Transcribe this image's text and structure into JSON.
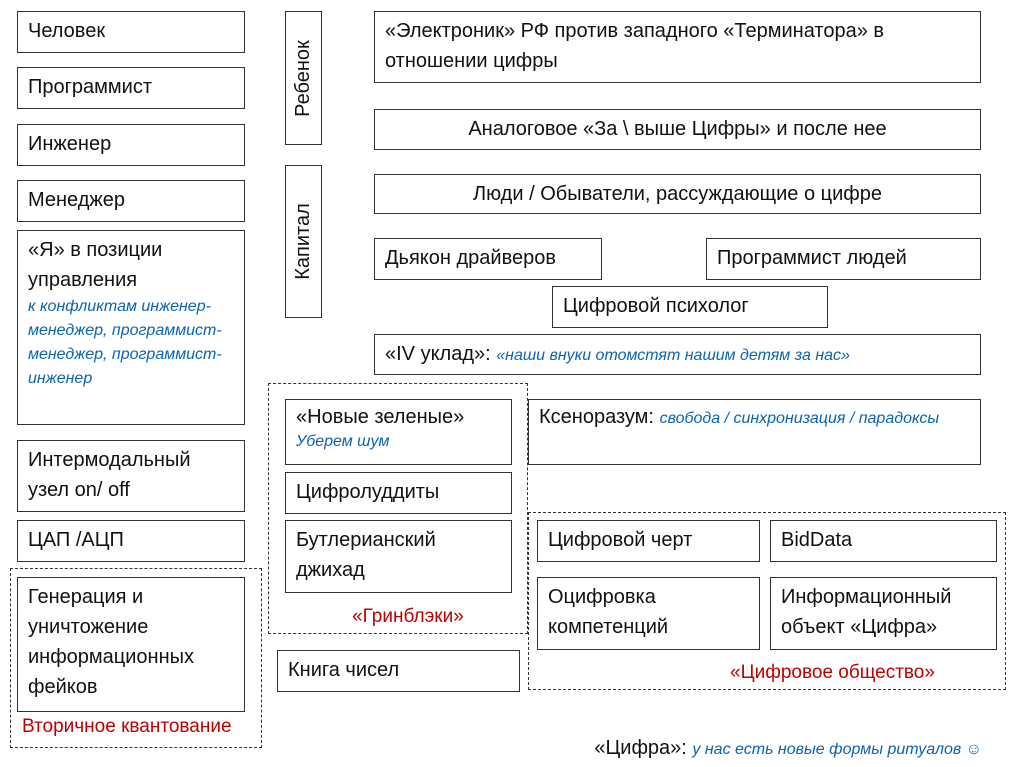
{
  "left": {
    "chelovek": "Человек",
    "programmist": "Программист",
    "inzhener": "Инженер",
    "menedzher": "Менеджер",
    "ya_title": "«Я» в позиции управления",
    "ya_note": "к конфликтам инженер-менеджер, программист-менеджер, программист-инженер",
    "intermodal": "Интермодальный узел on/ off",
    "cap": "ЦАП /АЦП",
    "generation": "Генерация и уничтожение информационных фейков",
    "secondary_label": "Вторичное квантование"
  },
  "vertical": {
    "rebenok": "Ребенок",
    "kapital": "Капитал"
  },
  "right": {
    "elektronik": "«Электроник» РФ против западного «Терминатора» в отношении цифры",
    "analog": "Аналоговое «За \\ выше Цифры» и после нее",
    "lyudi": "Люди / Обыватели, рассуждающие о цифре",
    "dyakon": "Дьякон драйверов",
    "prog_lyudey": "Программист людей",
    "psiholog": "Цифровой психолог",
    "uklad": "«IV уклад»:",
    "uklad_note": "«наши внуки отомстят нашим детям за нас»",
    "ksenorazum": "Ксеноразум:",
    "ksenorazum_note": "свобода / синхронизация / парадоксы"
  },
  "greenblack": {
    "novye": "«Новые зеленые»",
    "novye_note": "Уберем шум",
    "luddity": "Цифролуддиты",
    "butler": "Бутлерианский джихад",
    "label": "«Гринблэки»"
  },
  "kniga": "Книга чисел",
  "society": {
    "chert": "Цифровой черт",
    "biddata": "BidData",
    "ocifrovka": "Оцифровка компетенций",
    "obekt": "Информационный объект «Цифра»",
    "label": "«Цифровое общество»"
  },
  "footer": {
    "title": "«Цифра»:",
    "note": "у нас есть новые формы ритуалов ☺"
  }
}
